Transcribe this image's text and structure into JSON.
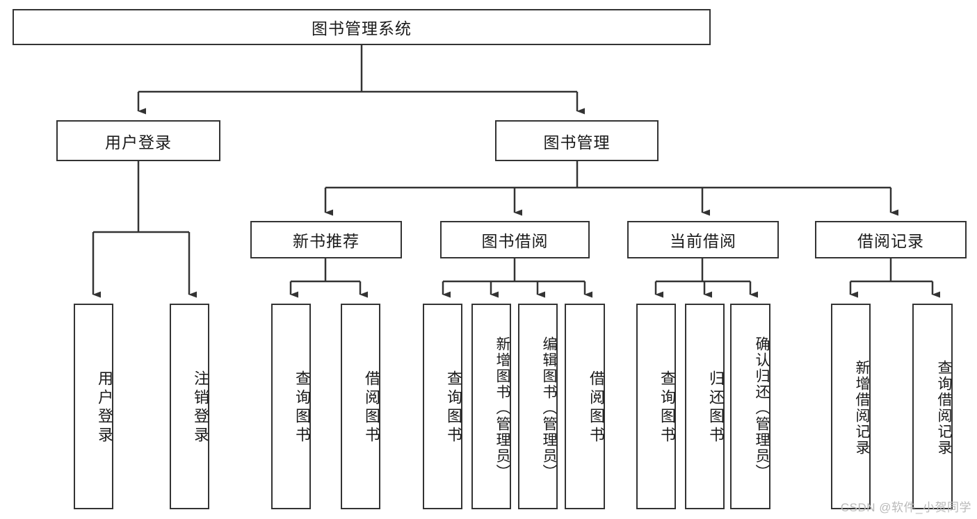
{
  "diagram": {
    "title": "图书管理系统",
    "type": "tree-hierarchy-diagram",
    "root": {
      "label": "图书管理系统"
    },
    "level2": [
      {
        "label": "用户登录"
      },
      {
        "label": "图书管理"
      }
    ],
    "level3": [
      {
        "label": "新书推荐"
      },
      {
        "label": "图书借阅"
      },
      {
        "label": "当前借阅"
      },
      {
        "label": "借阅记录"
      }
    ],
    "leaves": {
      "user_login": [
        {
          "label": "用户登录"
        },
        {
          "label": "注销登录"
        }
      ],
      "new_book_recommend": [
        {
          "label": "查询图书"
        },
        {
          "label": "借阅图书"
        }
      ],
      "book_borrow": [
        {
          "label": "查询图书"
        },
        {
          "label": "新增图书（管理员）"
        },
        {
          "label": "编辑图书（管理员）"
        },
        {
          "label": "借阅图书"
        }
      ],
      "current_borrow": [
        {
          "label": "查询图书"
        },
        {
          "label": "归还图书"
        },
        {
          "label": "确认归还（管理员）"
        }
      ],
      "borrow_record": [
        {
          "label": "新增借阅记录"
        },
        {
          "label": "查询借阅记录"
        }
      ]
    }
  },
  "watermark": {
    "text": "CSDN @软件_小贺同学"
  },
  "colors": {
    "background": "#ffffff",
    "stroke": "#333333",
    "text": "#1a1a1a",
    "watermark": "#b9b9b9"
  }
}
